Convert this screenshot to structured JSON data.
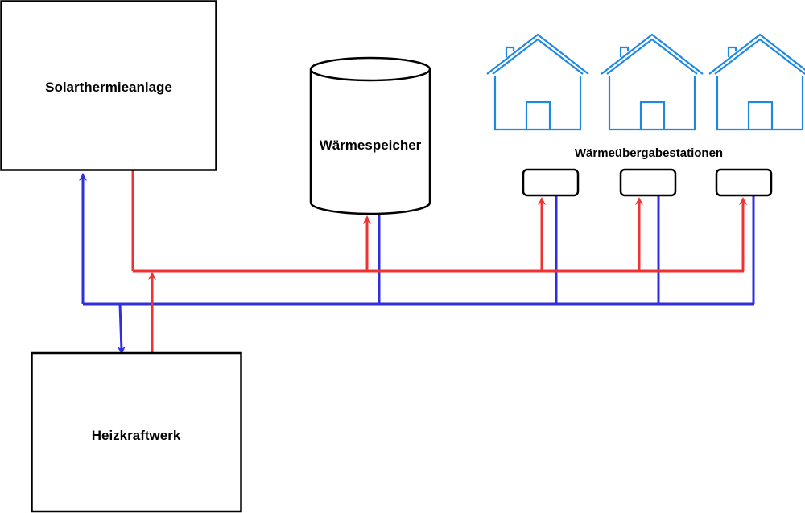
{
  "colors": {
    "supply": "#f03232",
    "return": "#2f2fe0",
    "house": "#1e88e5",
    "outline": "#000000",
    "background": "#ffffff"
  },
  "components": {
    "solar": {
      "label": "Solarthermieanlage"
    },
    "storage": {
      "label": "Wärmespeicher"
    },
    "plant": {
      "label": "Heizkraftwerk"
    },
    "substations": {
      "label": "Wärmeübergabestationen",
      "count": 3
    },
    "houses": {
      "count": 3,
      "icon": "house-icon"
    }
  }
}
